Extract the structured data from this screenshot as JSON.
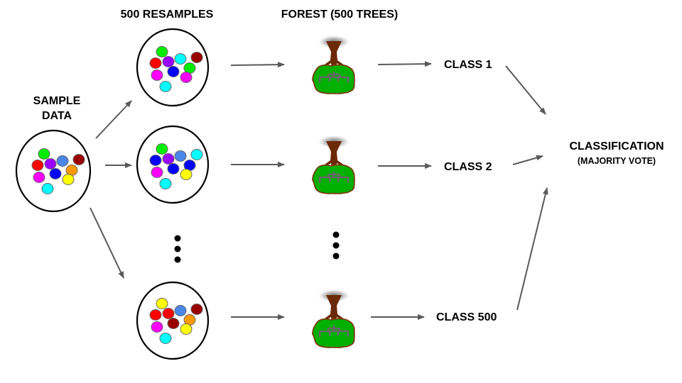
{
  "headings": {
    "sample_data_line1": "SAMPLE",
    "sample_data_line2": "DATA",
    "resamples": "500 RESAMPLES",
    "forest": "FOREST (500 TREES)"
  },
  "classes": [
    "CLASS 1",
    "CLASS 2",
    "CLASS 500"
  ],
  "result": {
    "title": "CLASSIFICATION",
    "subtitle": "(MAJORITY VOTE)"
  },
  "ellipsis": "⋮",
  "colors": {
    "green": "#00ee00",
    "red": "#ff0000",
    "purple": "#9900ff",
    "cornflower": "#4a86e8",
    "darkred": "#990000",
    "orange": "#ff9900",
    "magenta": "#ff00ff",
    "blue": "#0000ff",
    "yellow": "#ffff00",
    "cyan": "#00ffff",
    "arrow": "#595959",
    "tree_foliage": "#00b000",
    "tree_trunk": "#6b2a05",
    "tree_branch": "#666666"
  },
  "bags": {
    "sample": [
      "green",
      "cornflower",
      "darkred",
      "red",
      "purple",
      "orange",
      "magenta",
      "blue",
      "yellow",
      "cyan"
    ],
    "resample_1": [
      "green",
      "cyan",
      "darkred",
      "red",
      "purple",
      "green",
      "magenta",
      "blue",
      "magenta",
      "cyan"
    ],
    "resample_2": [
      "green",
      "cornflower",
      "cyan",
      "blue",
      "purple",
      "blue",
      "magenta",
      "blue",
      "yellow",
      "cyan"
    ],
    "resample_500": [
      "yellow",
      "cornflower",
      "darkred",
      "red",
      "red",
      "orange",
      "magenta",
      "darkred",
      "yellow",
      "cyan"
    ]
  }
}
